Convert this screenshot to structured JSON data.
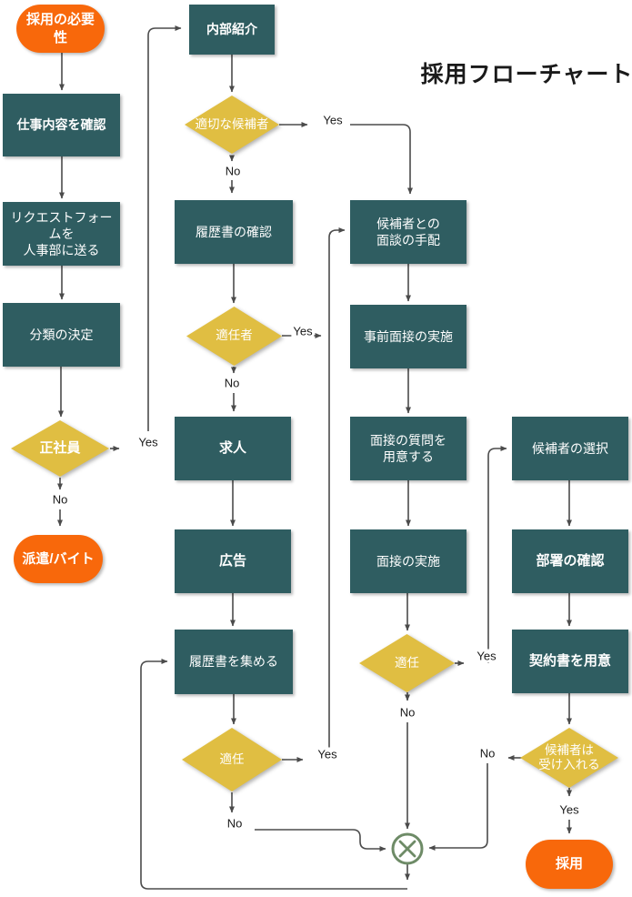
{
  "title": "採用フローチャート",
  "labels": {
    "yes": "Yes",
    "no": "No"
  },
  "colors": {
    "process": "#2F5D61",
    "terminal": "#F8680B",
    "decision": "#E0BE42",
    "connector": "#4b4b4b",
    "junction": "#6E8B67"
  },
  "nodes": {
    "start": {
      "label": "採用の必要性"
    },
    "check_job": {
      "label": "仕事内容を確認"
    },
    "send_form": {
      "label": "リクエストフォームを\n人事部に送る"
    },
    "decide_class": {
      "label": "分類の決定"
    },
    "fulltime": {
      "label": "正社員"
    },
    "haken": {
      "label": "派遣/バイト"
    },
    "naibu": {
      "label": "内部紹介"
    },
    "tekisetsu": {
      "label": "適切な候補者"
    },
    "resume_check": {
      "label": "履歴書の確認"
    },
    "tekininsha": {
      "label": "適任者"
    },
    "kyujin": {
      "label": "求人"
    },
    "koukoku": {
      "label": "広告"
    },
    "resume_collect": {
      "label": "履歴書を集める"
    },
    "tekinin_resume": {
      "label": "適任"
    },
    "mendan": {
      "label": "候補者との\n面談の手配"
    },
    "jizen": {
      "label": "事前面接の実施"
    },
    "shitsumon": {
      "label": "面接の質問を\n用意する"
    },
    "mensetsu": {
      "label": "面接の実施"
    },
    "tekinin_interview": {
      "label": "適任"
    },
    "sentaku": {
      "label": "候補者の選択"
    },
    "busho": {
      "label": "部署の確認"
    },
    "keiyaku": {
      "label": "契約書を用意"
    },
    "ukeireru": {
      "label": "候補者は\n受け入れる"
    },
    "saiyou": {
      "label": "採用"
    }
  }
}
